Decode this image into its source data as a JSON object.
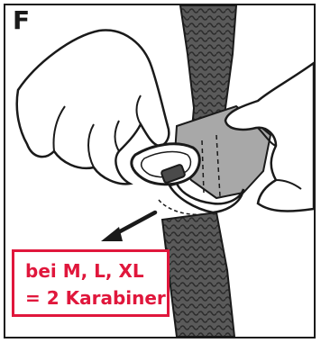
{
  "figure": {
    "panel_letter": "F",
    "callout": {
      "line1": "bei M, L, XL",
      "line2": "= 2 Karabiner"
    },
    "colors": {
      "callout_accent": "#e0173c",
      "strap_fill": "#5a5a5a",
      "strap_pattern": "#2c2c2c",
      "fabric_tab": "#a8a8a8",
      "outline": "#1a1a1a"
    },
    "icons": [
      "hand-icon",
      "carabiner-icon",
      "strap-icon",
      "arrow-icon"
    ]
  }
}
